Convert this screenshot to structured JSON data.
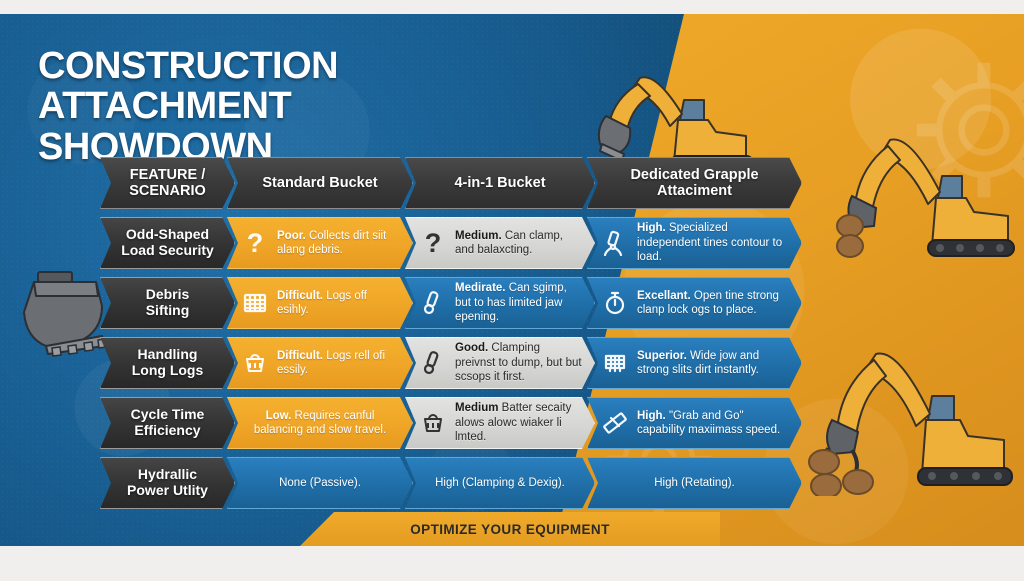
{
  "poster": {
    "title_line1": "CONSTRUCTION ATTACHMENT",
    "title_line2": "SHOWDOWN",
    "footer_text": "OPTIMIZE YOUR EQUIPMENT",
    "colors": {
      "blue": "#1f6fa8",
      "blue_dark": "#0d3c5c",
      "yellow": "#e8a024",
      "orange_cell": "#efa527",
      "gray_cell": "#d6d6d4",
      "blue_cell": "#1f6ea8",
      "header_dark": "#3a3a3a",
      "white": "#ffffff"
    }
  },
  "table": {
    "headers": [
      "FEATURE / SCENARIO",
      "Standard Bucket",
      "4-in-1 Bucket",
      "Dedicated Grapple Attaciment"
    ],
    "header_label_line1": "FEATURE /",
    "header_label_line2": "SCENARIO",
    "rows": [
      {
        "label_line1": "Odd-Shaped",
        "label_line2": "Load Security",
        "cells": [
          {
            "icon": "question-mark-icon",
            "verdict": "Poor.",
            "detail": " Collects dirt siit alang debris.",
            "style": "orange"
          },
          {
            "icon": "question-mark-icon",
            "verdict": "Medium.",
            "detail": " Can clamp, and balaxcting.",
            "style": "gray"
          },
          {
            "icon": "grapple-icon",
            "verdict": "High.",
            "detail": " Specialized independent tines contour to load.",
            "style": "blue"
          }
        ]
      },
      {
        "label_line1": "Debris",
        "label_line2": "Sifting",
        "cells": [
          {
            "icon": "sieve-icon",
            "verdict": "Difficult.",
            "detail": " Logs off esihly.",
            "style": "orange"
          },
          {
            "icon": "clamp-icon",
            "verdict": "Medirate.",
            "detail": " Can sgimp, but to has limited jaw epening.",
            "style": "blue"
          },
          {
            "icon": "stopwatch-icon",
            "verdict": "Excellant.",
            "detail": " Open tine strong clanp lock ogs to place.",
            "style": "blue"
          }
        ]
      },
      {
        "label_line1": "Handling",
        "label_line2": "Long Logs",
        "cells": [
          {
            "icon": "basket-icon",
            "verdict": "Difficult.",
            "detail": " Logs rell ofi essily.",
            "style": "orange"
          },
          {
            "icon": "clamp-icon",
            "verdict": "Good.",
            "detail": " Clamping preivnst to dump, but but scsops it first.",
            "style": "gray"
          },
          {
            "icon": "grate-icon",
            "verdict": "Superior.",
            "detail": " Wide jow and strong slits dirt instantly.",
            "style": "blue"
          }
        ]
      },
      {
        "label_line1": "Cycle Time",
        "label_line2": "Efficiency",
        "cells": [
          {
            "icon": "none",
            "verdict": "Low.",
            "detail": " Requires canful balancing and slow travel.",
            "style": "orange",
            "centered": true
          },
          {
            "icon": "basket-icon",
            "verdict": "Medium",
            "detail": " Batter secaity alows alowc wiaker li lmted.",
            "style": "gray"
          },
          {
            "icon": "ruler-icon",
            "verdict": "High.",
            "detail": " \"Grab and Go\" capability maxiimass speed.",
            "style": "blue"
          }
        ]
      },
      {
        "label_line1": "Hydrallic",
        "label_line2": "Power Utlity",
        "cells": [
          {
            "icon": "none",
            "verdict": "",
            "detail": "None (Passive).",
            "style": "blue",
            "centered": true
          },
          {
            "icon": "none",
            "verdict": "",
            "detail": "High (Clamping & Dexig).",
            "style": "blue",
            "centered": true
          },
          {
            "icon": "none",
            "verdict": "",
            "detail": "High (Retating).",
            "style": "blue",
            "centered": true
          }
        ]
      }
    ]
  }
}
